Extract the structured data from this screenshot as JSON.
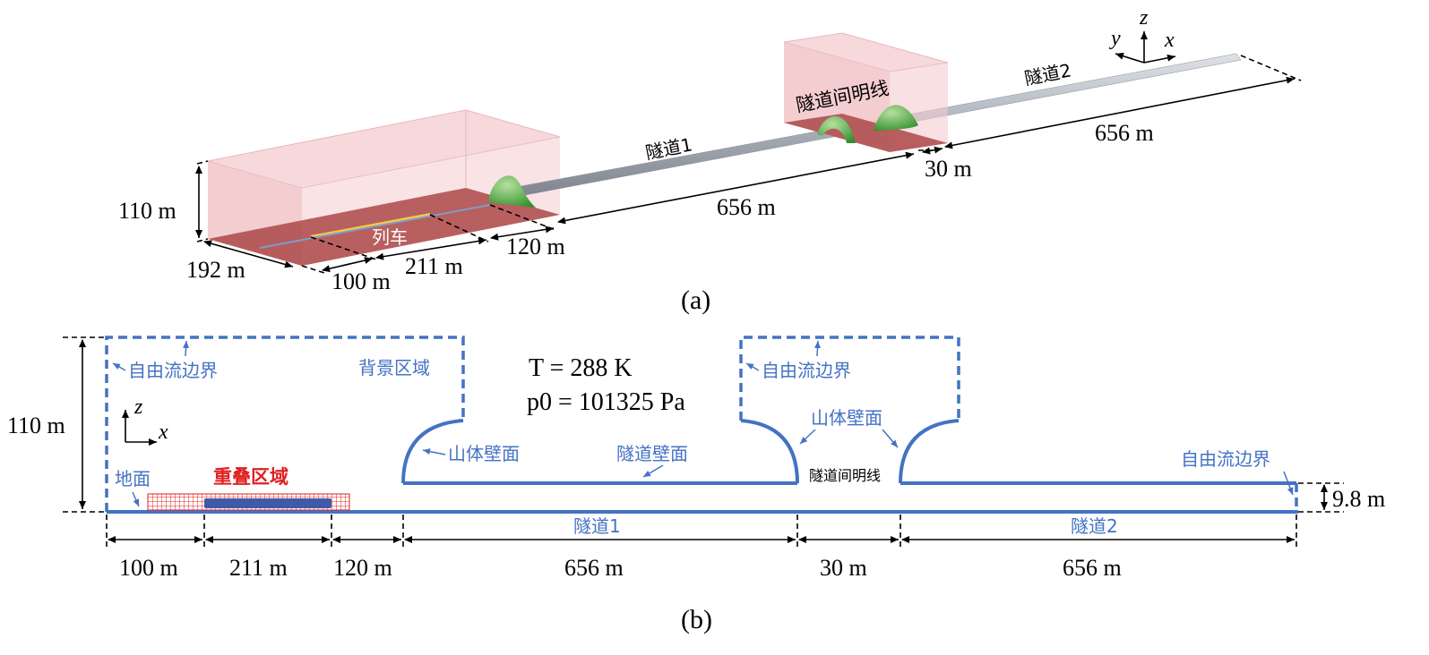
{
  "panel_a": {
    "caption": "(a)",
    "dims": {
      "height": "110 m",
      "width": "192 m",
      "front": "100 m",
      "train_len": "211 m",
      "gap": "120 m",
      "tunnel1": "656 m",
      "open_gap": "30 m",
      "tunnel2": "656 m"
    },
    "labels": {
      "train": "列车",
      "tunnel1": "隧道1",
      "tunnel2": "隧道2",
      "open_section": "隧道间明线"
    },
    "axes": {
      "x": "x",
      "y": "y",
      "z": "z"
    }
  },
  "panel_b": {
    "caption": "(b)",
    "conditions": {
      "temperature": "T = 288 K",
      "pressure": "p0 = 101325 Pa"
    },
    "labels": {
      "free_boundary_left": "自由流边界",
      "free_boundary_mid": "自由流边界",
      "free_boundary_right": "自由流边界",
      "background": "背景区域",
      "mountain_wall_left": "山体壁面",
      "mountain_wall_mid": "山体壁面",
      "tunnel_wall": "隧道壁面",
      "ground": "地面",
      "overlap": "重叠区域",
      "open_section": "隧道间明线",
      "tunnel1": "隧道1",
      "tunnel2": "隧道2"
    },
    "dims": {
      "height": "110 m",
      "tunnel_height": "9.8 m",
      "d1": "100 m",
      "d2": "211 m",
      "d3": "120 m",
      "d4": "656 m",
      "d5": "30 m",
      "d6": "656 m"
    },
    "axes": {
      "x": "x",
      "z": "z"
    }
  },
  "colors": {
    "boundary_blue": "#4472c4",
    "overlap_red": "#e02020",
    "domain_pink": "#f2c4c8",
    "ground_brown": "#b05050",
    "mountain_green": "#4cae3c",
    "tunnel_gray": "#b8bcc4"
  }
}
